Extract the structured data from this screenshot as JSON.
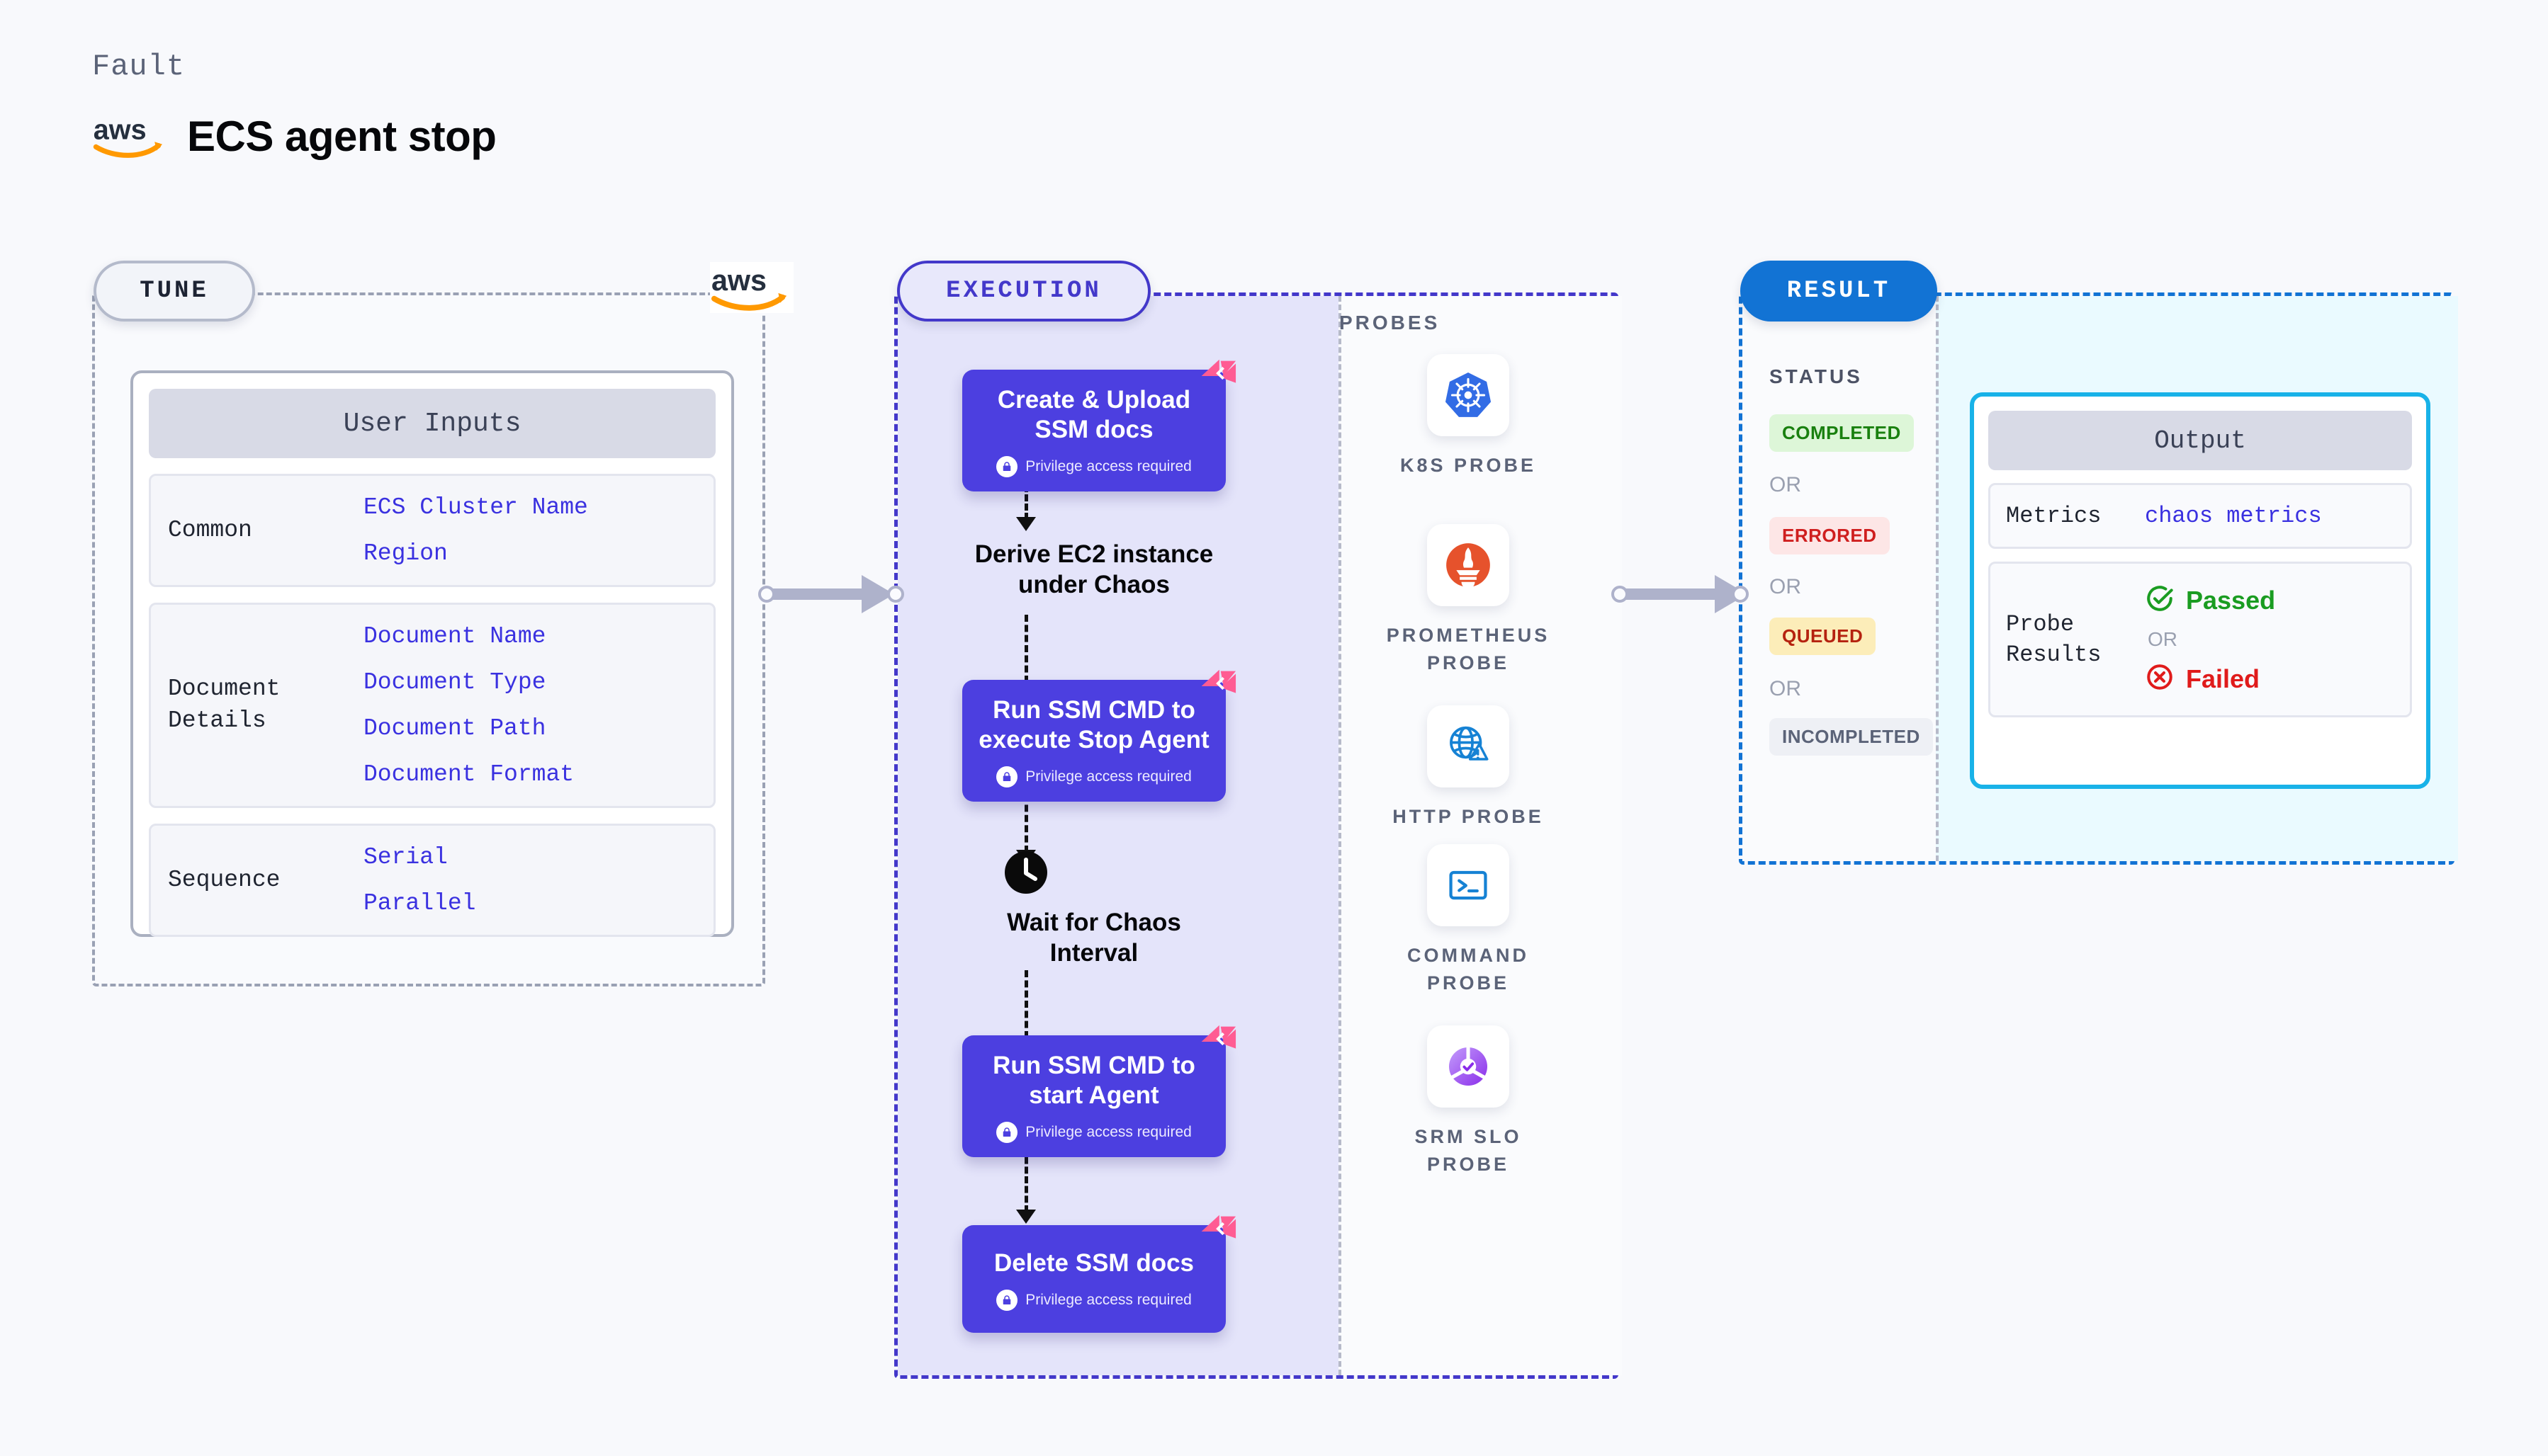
{
  "header": {
    "kicker": "Fault",
    "title": "ECS agent stop",
    "logo": "aws-logo"
  },
  "tune": {
    "badge": "TUNE",
    "card_header": "User Inputs",
    "logo": "aws-logo",
    "groups": [
      {
        "label": "Common",
        "values": [
          "ECS Cluster Name",
          "Region"
        ]
      },
      {
        "label": "Document\nDetails",
        "values": [
          "Document Name",
          "Document Type",
          "Document Path",
          "Document Format"
        ]
      },
      {
        "label": "Sequence",
        "values": [
          "Serial",
          "Parallel"
        ]
      }
    ]
  },
  "execution": {
    "badge": "EXECUTION",
    "privilege_note": "Privilege access required",
    "steps": [
      {
        "kind": "node",
        "title": "Create & Upload\nSSM docs",
        "privileged": true
      },
      {
        "kind": "plain",
        "title": "Derive EC2 instance\nunder Chaos",
        "icon": null
      },
      {
        "kind": "node",
        "title": "Run SSM CMD to\nexecute Stop Agent",
        "privileged": true
      },
      {
        "kind": "plain",
        "title": "Wait for Chaos\nInterval",
        "icon": "clock-icon"
      },
      {
        "kind": "node",
        "title": "Run SSM CMD to\nstart Agent",
        "privileged": true
      },
      {
        "kind": "node",
        "title": "Delete SSM docs",
        "privileged": true
      }
    ]
  },
  "probes": {
    "label": "PROBES",
    "items": [
      {
        "label": "K8S PROBE",
        "icon": "kubernetes-icon"
      },
      {
        "label": "PROMETHEUS\nPROBE",
        "icon": "prometheus-icon"
      },
      {
        "label": "HTTP PROBE",
        "icon": "http-globe-icon"
      },
      {
        "label": "COMMAND\nPROBE",
        "icon": "terminal-icon"
      },
      {
        "label": "SRM SLO\nPROBE",
        "icon": "srm-slo-icon"
      }
    ]
  },
  "result": {
    "badge": "RESULT",
    "status_label": "STATUS",
    "or_text": "OR",
    "statuses": [
      {
        "text": "COMPLETED",
        "fg": "#19800f",
        "bg": "#ddf6d8"
      },
      {
        "text": "ERRORED",
        "fg": "#cf1f1f",
        "bg": "#fde6e6"
      },
      {
        "text": "QUEUED",
        "fg": "#b5220f",
        "bg": "#fcedb9"
      },
      {
        "text": "INCOMPLETED",
        "fg": "#5b6378",
        "bg": "#eef0f5"
      }
    ],
    "output": {
      "header": "Output",
      "metrics_label": "Metrics",
      "metrics_value": "chaos metrics",
      "probe_results_label": "Probe\nResults",
      "passed_text": "Passed",
      "failed_text": "Failed",
      "or_text": "OR",
      "passed_color": "#1a9c21",
      "failed_color": "#e01b1b"
    }
  },
  "colors": {
    "node_fill": "#4c3fe0",
    "exec_border": "#4338ca",
    "result_border": "#1273d4",
    "output_border": "#18b2e8",
    "tune_border": "#9aa1b4",
    "accent_mono_text": "#3a31e0",
    "chaos_flag": "#ff5c93"
  }
}
